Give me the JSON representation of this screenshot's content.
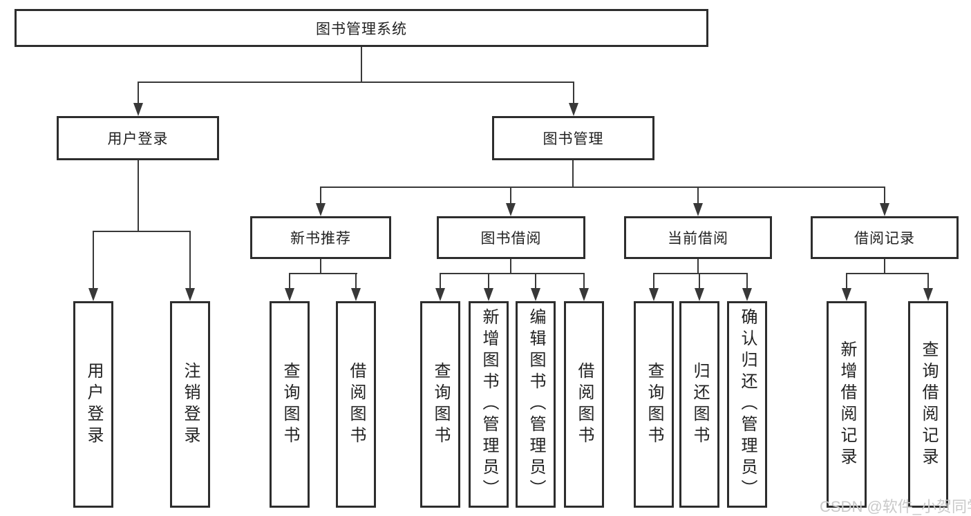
{
  "tree": {
    "label": "图书管理系统",
    "children": [
      {
        "label": "用户登录",
        "children": [
          {
            "label": "用户登录"
          },
          {
            "label": "注销登录"
          }
        ]
      },
      {
        "label": "图书管理",
        "children": [
          {
            "label": "新书推荐",
            "children": [
              {
                "label": "查询图书"
              },
              {
                "label": "借阅图书"
              }
            ]
          },
          {
            "label": "图书借阅",
            "children": [
              {
                "label": "查询图书"
              },
              {
                "label": "新增图书（管理员）"
              },
              {
                "label": "编辑图书（管理员）"
              },
              {
                "label": "借阅图书"
              }
            ]
          },
          {
            "label": "当前借阅",
            "children": [
              {
                "label": "查询图书"
              },
              {
                "label": "归还图书"
              },
              {
                "label": "确认归还（管理员）"
              }
            ]
          },
          {
            "label": "借阅记录",
            "children": [
              {
                "label": "新增借阅记录"
              },
              {
                "label": "查询借阅记录"
              }
            ]
          }
        ]
      }
    ]
  },
  "watermark": "CSDN @软件_小贺同学",
  "colors": {
    "line": "#383838",
    "box_border": "#2d2d2d",
    "text": "#222222",
    "watermark": "#c9c9c9",
    "background": "#ffffff"
  }
}
